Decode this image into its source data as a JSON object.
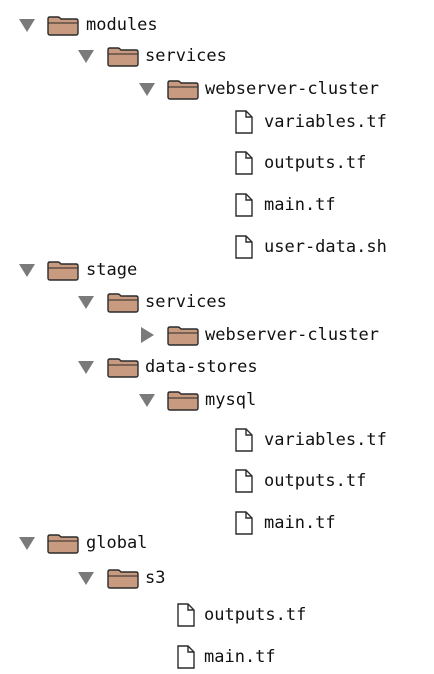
{
  "tree": {
    "rows": [
      {
        "type": "folder",
        "label": "modules",
        "state": "expanded",
        "depth": 0
      },
      {
        "type": "folder",
        "label": "services",
        "state": "expanded",
        "depth": 1
      },
      {
        "type": "folder",
        "label": "webserver-cluster",
        "state": "expanded",
        "depth": 2
      },
      {
        "type": "file",
        "label": "variables.tf",
        "depth": 3
      },
      {
        "type": "file",
        "label": "outputs.tf",
        "depth": 3
      },
      {
        "type": "file",
        "label": "main.tf",
        "depth": 3
      },
      {
        "type": "file",
        "label": "user-data.sh",
        "depth": 3
      },
      {
        "type": "folder",
        "label": "stage",
        "state": "expanded",
        "depth": 0
      },
      {
        "type": "folder",
        "label": "services",
        "state": "expanded",
        "depth": 1
      },
      {
        "type": "folder",
        "label": "webserver-cluster",
        "state": "collapsed",
        "depth": 2
      },
      {
        "type": "folder",
        "label": "data-stores",
        "state": "expanded",
        "depth": 1
      },
      {
        "type": "folder",
        "label": "mysql",
        "state": "expanded",
        "depth": 2
      },
      {
        "type": "file",
        "label": "variables.tf",
        "depth": 3
      },
      {
        "type": "file",
        "label": "outputs.tf",
        "depth": 3
      },
      {
        "type": "file",
        "label": "main.tf",
        "depth": 3
      },
      {
        "type": "folder",
        "label": "global",
        "state": "expanded",
        "depth": 0
      },
      {
        "type": "folder",
        "label": "s3",
        "state": "expanded",
        "depth": 1
      },
      {
        "type": "file",
        "label": "outputs.tf",
        "depth": 2
      },
      {
        "type": "file",
        "label": "main.tf",
        "depth": 2
      }
    ]
  },
  "colors": {
    "toggle": "#7a7a7a",
    "folder_fill": "#c89a7f",
    "folder_stroke": "#2b2b2b",
    "file_fill": "#ffffff",
    "file_stroke": "#2b2b2b",
    "text": "#111111"
  },
  "icons": {
    "folder": "folder-icon",
    "file": "file-icon",
    "expanded": "triangle-down-icon",
    "collapsed": "triangle-right-icon"
  }
}
